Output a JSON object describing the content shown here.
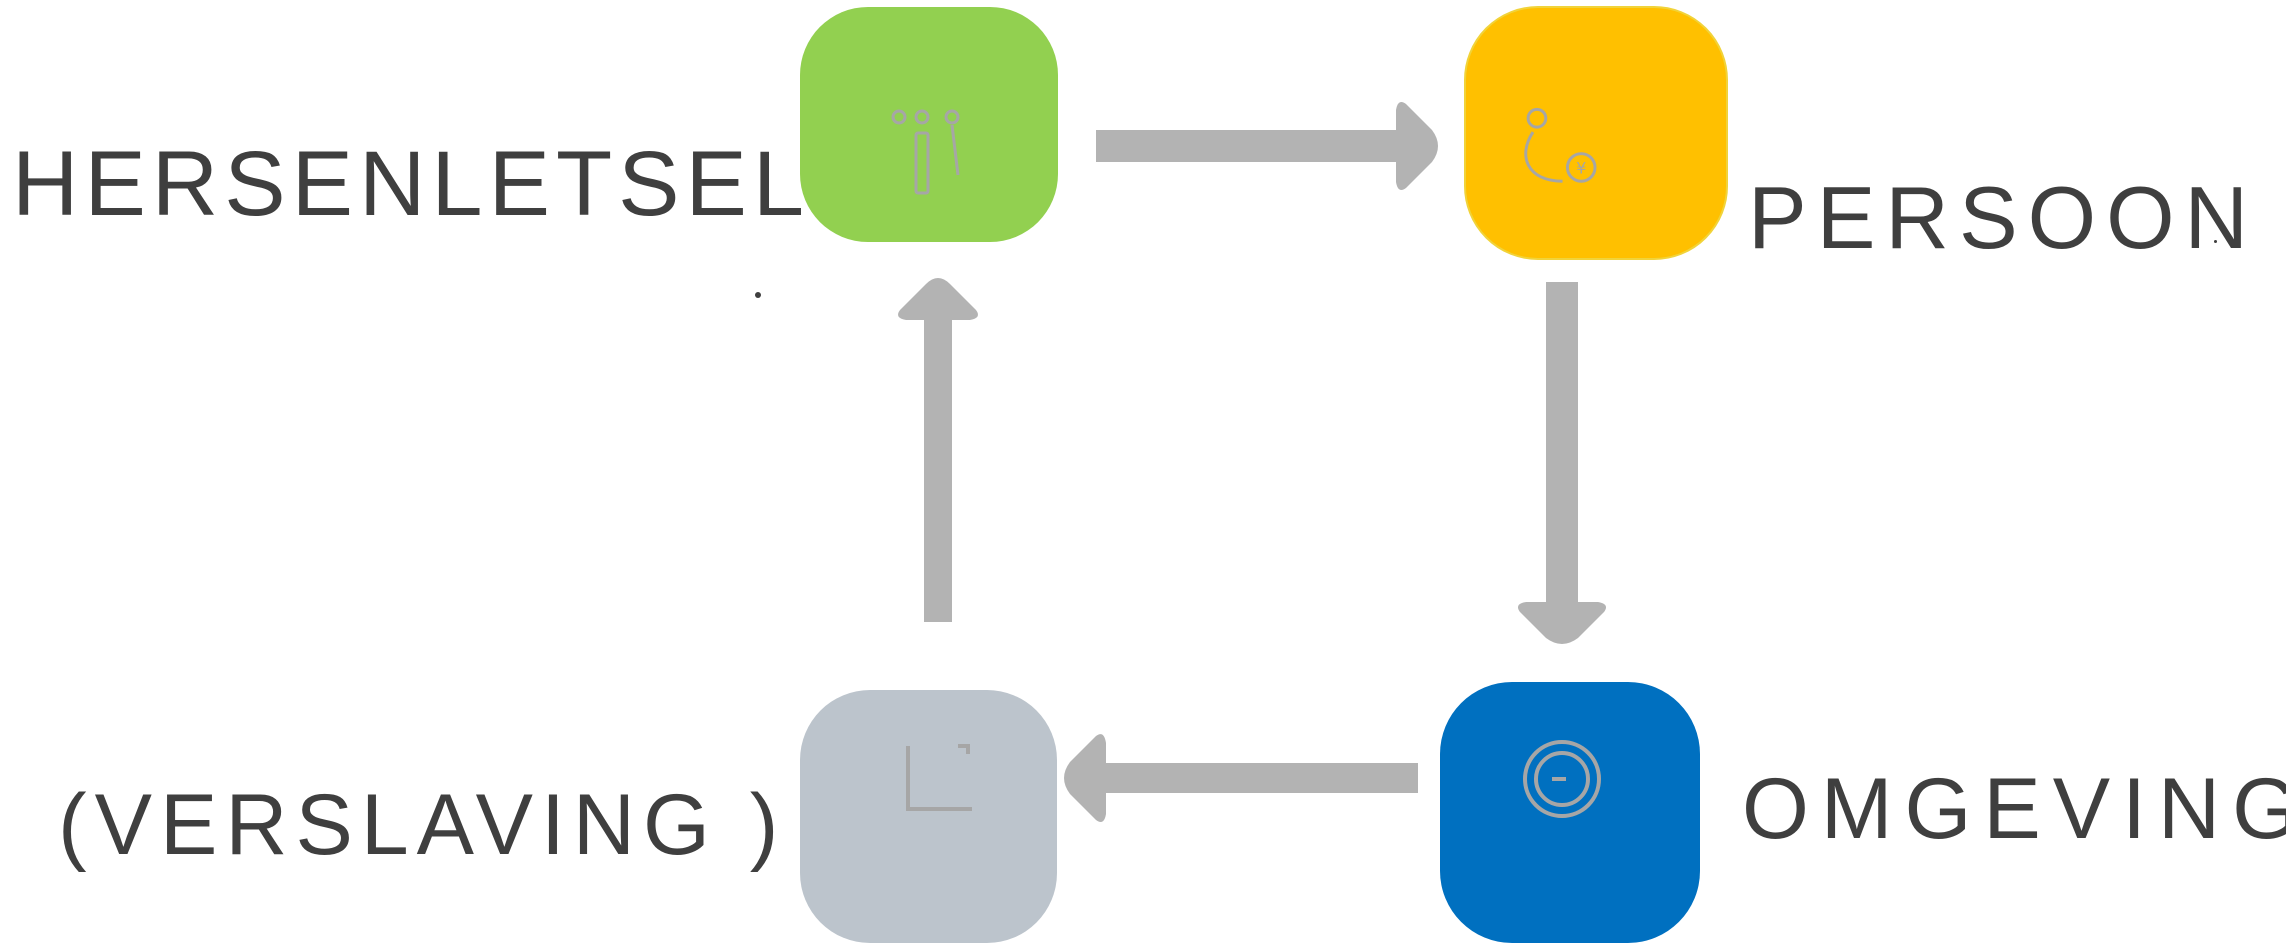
{
  "colors": {
    "brain_tile": "#92d050",
    "person_tile": "#ffc000",
    "environment_tile": "#0070c0",
    "addiction_tile": "#bcc4cc",
    "arrow": "#b3b3b3",
    "icon_stroke": "#a6a6a6",
    "label_text": "#3f3f3f"
  },
  "nodes": {
    "brain": {
      "label": "HERSENLETSEL",
      "icon": "brain-icon"
    },
    "person": {
      "label": "PERSOON",
      "icon": "person-icon"
    },
    "environment": {
      "label": "OMGEVING",
      "icon": "environment-icon"
    },
    "addiction": {
      "label": "(VERSLAVING )",
      "icon": "addiction-icon"
    }
  },
  "edges": [
    {
      "from": "brain",
      "to": "person"
    },
    {
      "from": "person",
      "to": "environment"
    },
    {
      "from": "environment",
      "to": "addiction"
    },
    {
      "from": "addiction",
      "to": "brain"
    }
  ]
}
